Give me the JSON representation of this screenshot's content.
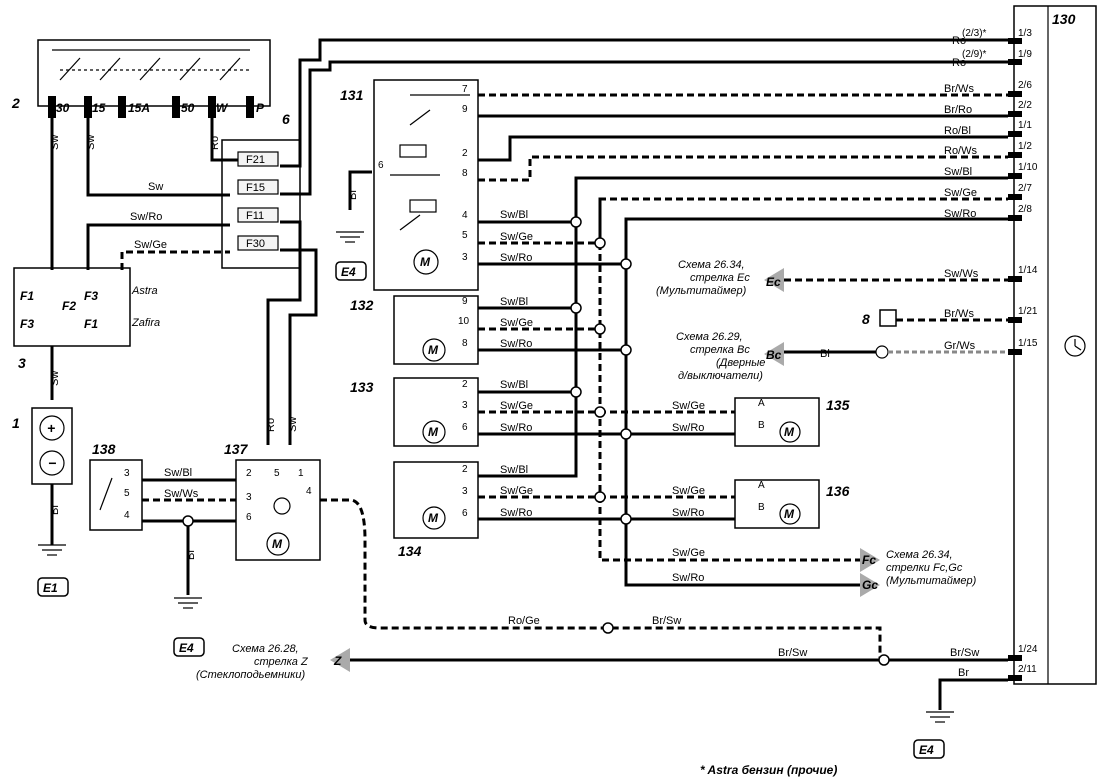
{
  "components": {
    "c1": "1",
    "c2": "2",
    "c3": "3",
    "c6": "6",
    "c8": "8",
    "c130": "130",
    "c131": "131",
    "c132": "132",
    "c133": "133",
    "c134": "134",
    "c135": "135",
    "c136": "136",
    "c137": "137",
    "c138": "138"
  },
  "grounds": {
    "e1": "E1",
    "e4a": "E4",
    "e4b": "E4",
    "e4c": "E4"
  },
  "ignition": {
    "t30": "30",
    "t15": "15",
    "t15a": "15A",
    "t50": "50",
    "tw": "W",
    "tp": "P"
  },
  "fuses": {
    "f21": "F21",
    "f15": "F15",
    "f11": "F11",
    "f30": "F30"
  },
  "fusebox3": {
    "f1a": "F1",
    "f3a": "F3",
    "f2": "F2",
    "f3b": "F3",
    "f1b": "F1",
    "astra": "Astra",
    "zafira": "Zafira"
  },
  "wires": {
    "sw1": "Sw",
    "sw2": "Sw",
    "ro1": "Ro",
    "sw3": "Sw",
    "swro1": "Sw/Ro",
    "swge1": "Sw/Ge",
    "sw4": "Sw",
    "br1": "Br",
    "br2": "Br",
    "br3": "Br",
    "ro_top1": "Ro",
    "ro_top2": "Ro",
    "brws1": "Br/Ws",
    "brro1": "Br/Ro",
    "robl1": "Ro/Bl",
    "rows1": "Ro/Ws",
    "swbl_r": "Sw/Bl",
    "swge_r": "Sw/Ge",
    "swro_r": "Sw/Ro",
    "swws_r": "Sw/Ws",
    "brws_r": "Br/Ws",
    "grws_r": "Gr/Ws",
    "bl_bc": "Bl",
    "swbl131": "Sw/Bl",
    "swge131": "Sw/Ge",
    "swro131": "Sw/Ro",
    "swbl132": "Sw/Bl",
    "swge132": "Sw/Ge",
    "swro132": "Sw/Ro",
    "swbl133": "Sw/Bl",
    "swge133": "Sw/Ge",
    "swro133": "Sw/Ro",
    "swge135": "Sw/Ge",
    "swro135": "Sw/Ro",
    "swbl134": "Sw/Bl",
    "swge134": "Sw/Ge",
    "swro134": "Sw/Ro",
    "swge136": "Sw/Ge",
    "swro136": "Sw/Ro",
    "swge_fc": "Sw/Ge",
    "swro_gc": "Sw/Ro",
    "swbl138": "Sw/Bl",
    "swws138": "Sw/Ws",
    "ro137": "Ro",
    "sw137": "Sw",
    "roge": "Ro/Ge",
    "brsw1": "Br/Sw",
    "brsw2": "Br/Sw",
    "brsw3": "Br/Sw",
    "br_bottom": "Br"
  },
  "pins130": [
    "1/3",
    "1/9",
    "2/6",
    "2/2",
    "1/1",
    "1/2",
    "1/10",
    "2/7",
    "2/8",
    "1/14",
    "1/21",
    "1/15",
    "1/24",
    "2/11"
  ],
  "pinnotes": {
    "n1": "(2/3)*",
    "n2": "(2/9)*"
  },
  "pins131": {
    "p7": "7",
    "p9": "9",
    "p2": "2",
    "p8": "8",
    "p6": "6",
    "p4": "4",
    "p5": "5",
    "p3": "3"
  },
  "pins132": {
    "p9": "9",
    "p10": "10",
    "p8": "8"
  },
  "pins133": {
    "p2": "2",
    "p3": "3",
    "p6": "6"
  },
  "pins134": {
    "p2": "2",
    "p3": "3",
    "p6": "6"
  },
  "pins135": {
    "a": "A",
    "b": "B"
  },
  "pins136": {
    "a": "A",
    "b": "B"
  },
  "pins137": {
    "p2": "2",
    "p5": "5",
    "p1": "1",
    "p3": "3",
    "p6": "6",
    "p4": "4"
  },
  "pins138": {
    "p3": "3",
    "p5": "5",
    "p4": "4"
  },
  "motor": "M",
  "refs": {
    "ec": {
      "arrow": "Ec",
      "l1": "Схема 26.34,",
      "l2": "стрелка Ec",
      "l3": "(Мультитаймер)"
    },
    "bc": {
      "arrow": "Bc",
      "l1": "Схема 26.29,",
      "l2": "стрелка Bc",
      "l3": "(Дверные",
      "l4": "д/выключатели)"
    },
    "fcgc": {
      "arrow1": "Fc",
      "arrow2": "Gc",
      "l1": "Схема 26.34,",
      "l2": "стрелки Fc,Gc",
      "l3": "(Мультитаймер)"
    },
    "z": {
      "arrow": "Z",
      "l1": "Схема 26.28,",
      "l2": "стрелка Z",
      "l3": "(Стеклоподьемники)"
    }
  },
  "footnote": "* Astra бензин (прочие)"
}
